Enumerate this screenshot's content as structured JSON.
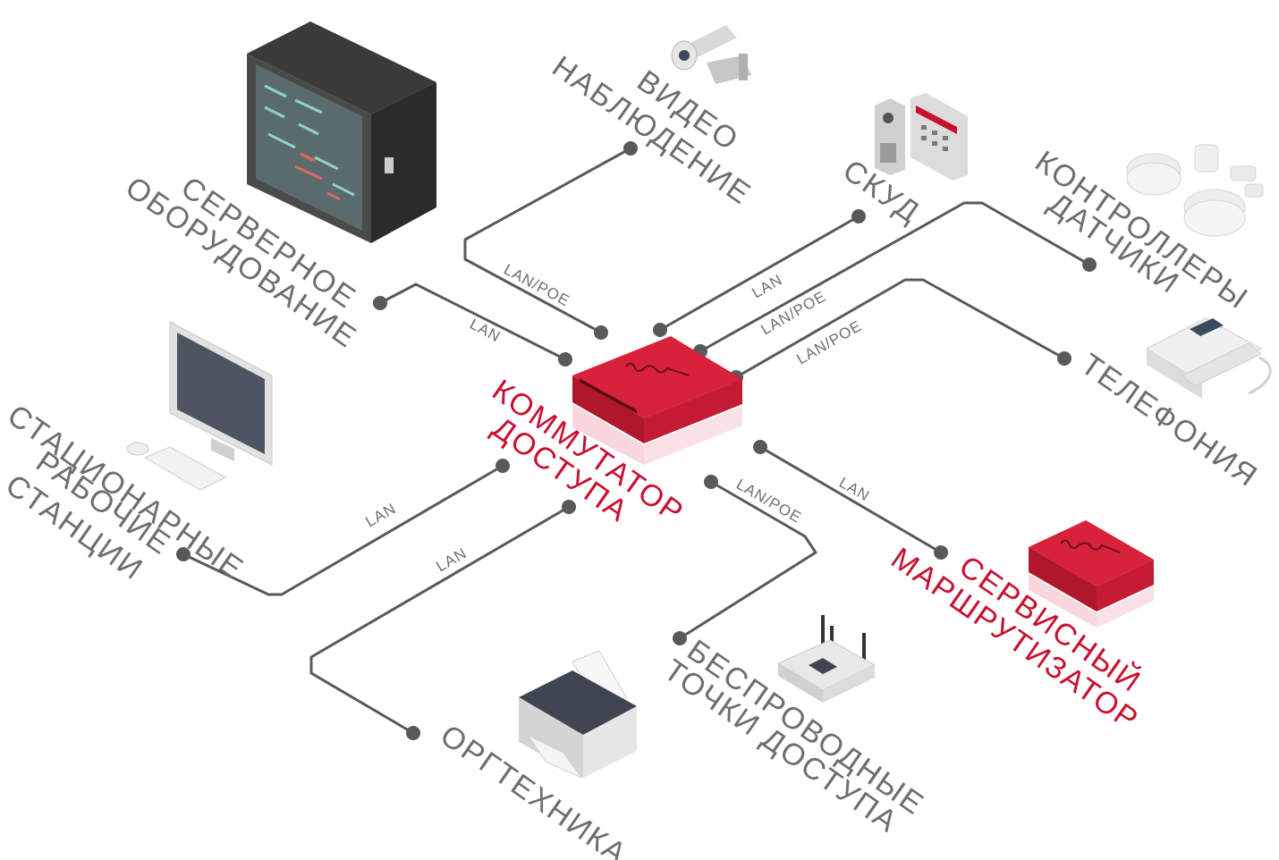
{
  "devices": {
    "switch": {
      "line1": "КОММУТАТОР",
      "line2": "ДОСТУПА"
    },
    "router": {
      "line1": "СЕРВИСНЫЙ",
      "line2": "МАРШРУТИЗАТОР"
    },
    "server": {
      "line1": "СЕРВЕРНОЕ",
      "line2": "ОБОРУДОВАНИЕ"
    },
    "video": {
      "line1": "ВИДЕО",
      "line2": "НАБЛЮДЕНИЕ"
    },
    "access": {
      "line1": "СКУД"
    },
    "sensors": {
      "line1": "КОНТРОЛЛЕРЫ",
      "line2": "ДАТЧИКИ"
    },
    "phone": {
      "line1": "ТЕЛЕФОНИЯ"
    },
    "workstations": {
      "line1": "СТАЦИОНАРНЫЕ",
      "line2": "РАБОЧИЕ",
      "line3": "СТАНЦИИ"
    },
    "printer": {
      "line1": "ОРГТЕХНИКА"
    },
    "wifi": {
      "line1": "БЕСПРОВОДНЫЕ",
      "line2": "ТОЧКИ ДОСТУПА"
    }
  },
  "links": {
    "server": "LAN",
    "video": "LAN/POE",
    "access": "LAN",
    "sensors": "LAN/POE",
    "phone": "LAN/POE",
    "workstations": "LAN",
    "printer": "LAN",
    "wifi": "LAN/POE",
    "router": "LAN"
  },
  "colors": {
    "accent": "#c8102e",
    "line": "#58595b",
    "label": "#6d6e71"
  }
}
